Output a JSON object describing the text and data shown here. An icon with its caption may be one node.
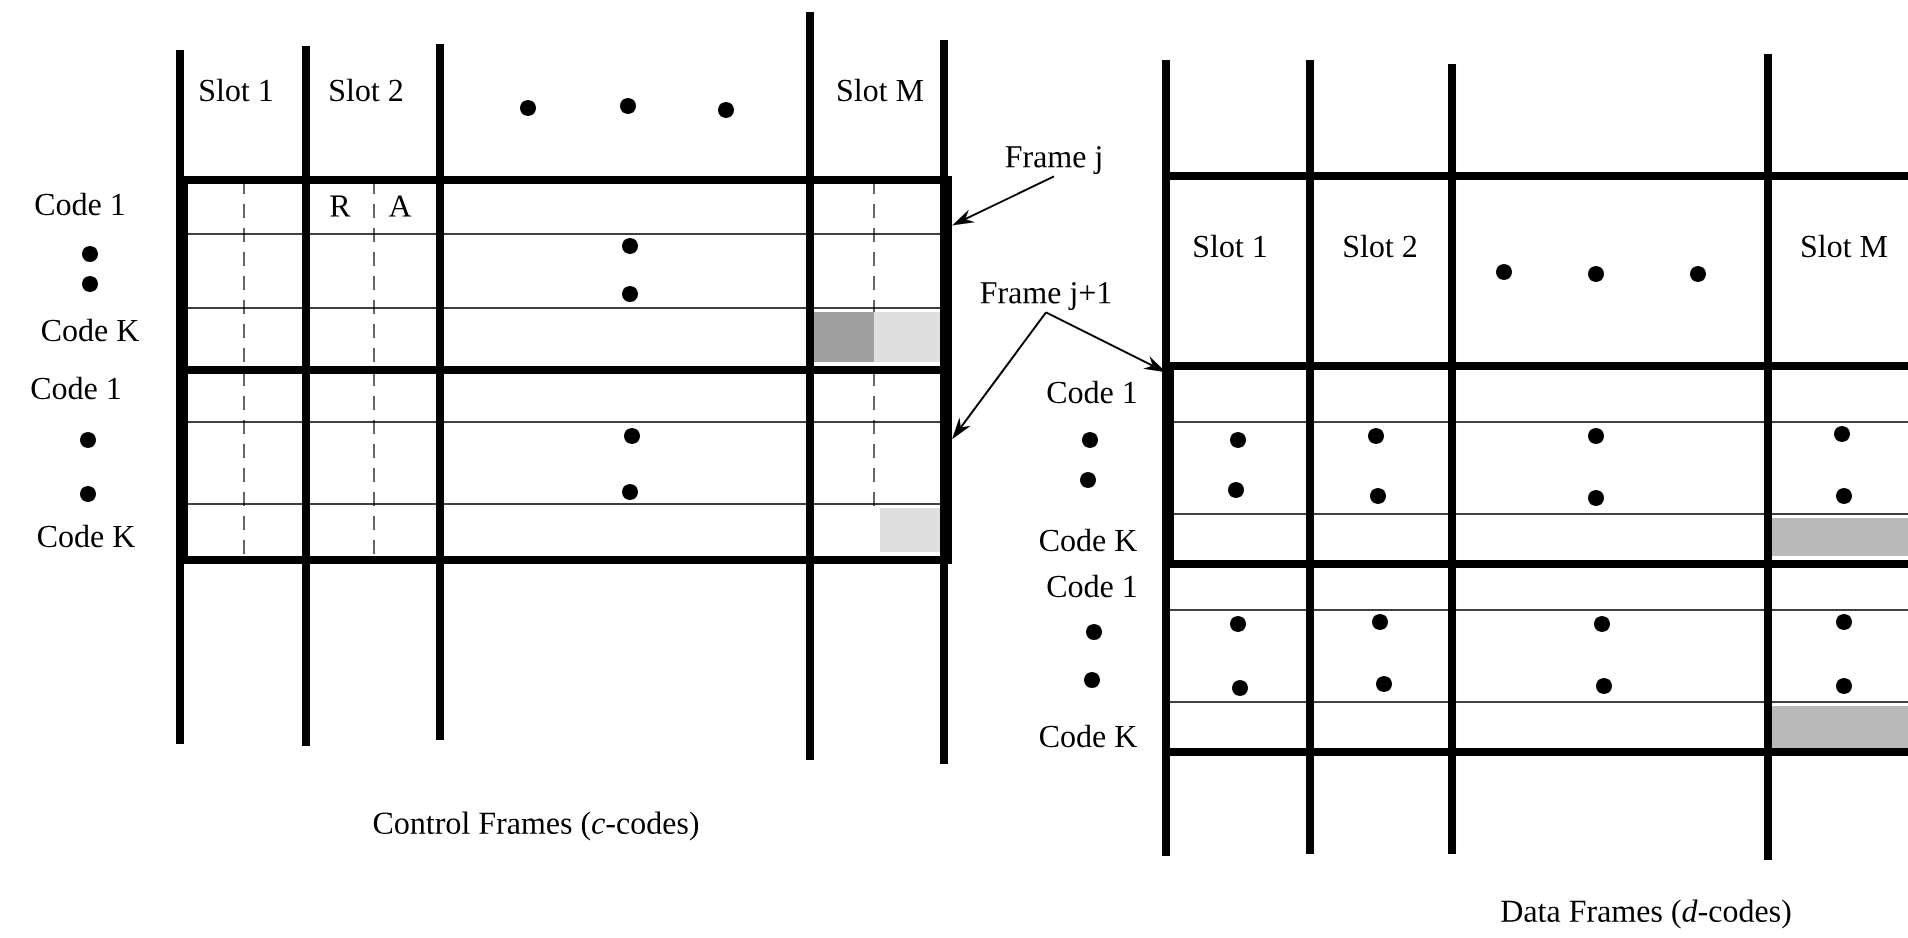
{
  "diagram": {
    "nodes": [
      {
        "text": [
          "Frame j"
        ]
      },
      {
        "text": [
          "Frame j+1"
        ]
      },
      {
        "text": [],
        "shape": "box"
      },
      {
        "text": [],
        "shape": "box"
      },
      {
        "text": [],
        "shape": "box"
      }
    ],
    "edges": [
      {
        "from": 0,
        "to": 2,
        "arrow": "to"
      },
      {
        "from": 1,
        "to": 3,
        "arrow": "to"
      },
      {
        "from": 1,
        "to": 4,
        "arrow": "to"
      }
    ],
    "labels": [
      "Slot 1",
      "Slot 2",
      "Slot M",
      "Code 1",
      "R",
      "A",
      "Code K",
      "Code 1",
      "Code K",
      "Slot 1",
      "Slot 2",
      "Slot M",
      "Code 1",
      "Code K",
      "Code 1",
      "Code K",
      "Control Frames (*c*-codes)",
      "Data Frames (*d*-codes)"
    ]
  }
}
